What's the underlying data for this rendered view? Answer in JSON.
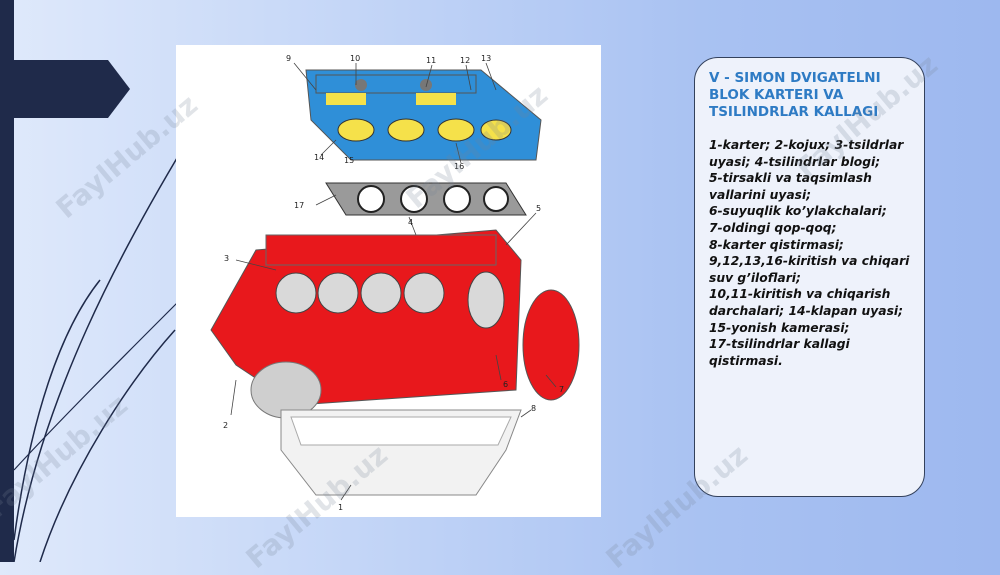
{
  "slide": {
    "title": "V - SIMON DVIGATELNI BLOK KARTERI VA TSILINDRLAR KALLAGI",
    "legend": [
      "1-karter; 2-kojux;           3-tsildrlar uyasi;             4-tsilindrlar blogi;",
      "5-tirsakli va taqsimlash vallarini uyasi;",
      "6-suyuqlik ko’ylakchalari;",
      "7-oldingi qop-qoq;",
      " 8-karter qistirmasi;",
      "9,12,13,16-kiritish va chiqari suv g’iloflari;",
      "10,11-kiritish va chiqarish darchalari; 14-klapan uyasi;",
      "15-yonish kamerasi;",
      "17-tsilindrlar kallagi qistirmasi."
    ]
  },
  "figure": {
    "callouts": [
      "9",
      "10",
      "11",
      "12",
      "13",
      "14",
      "15",
      "16",
      "17",
      "4",
      "5",
      "3",
      "6",
      "7",
      "2",
      "8",
      "1"
    ]
  },
  "watermark": {
    "text": "FaylHub.uz"
  },
  "colors": {
    "accent": "#2e7bc4",
    "block_red": "#e8181c",
    "head_blue": "#2f8fd8",
    "dark_bar": "#1f2a4a"
  }
}
